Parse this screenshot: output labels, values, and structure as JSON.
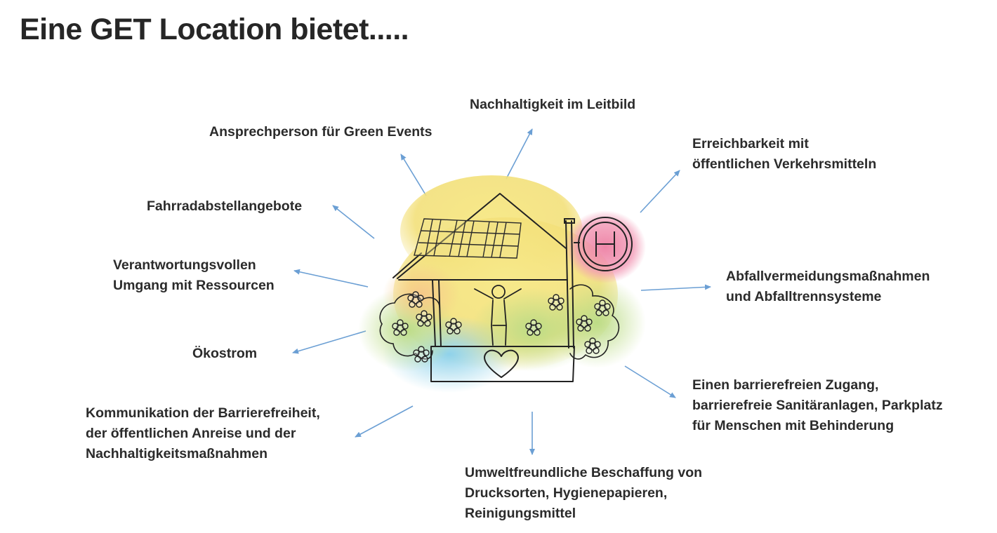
{
  "title": "Eine GET Location bietet.....",
  "features": {
    "sustainability": [
      "Nachhaltigkeit im  Leitbild"
    ],
    "contact": [
      "Ansprechperson für Green Events"
    ],
    "transit": [
      "Erreichbarkeit mit",
      "öffentlichen Verkehrsmitteln"
    ],
    "bike": [
      "Fahrradabstellangebote"
    ],
    "waste": [
      "Abfallvermeidungsmaßnahmen",
      "und Abfalltrennsysteme"
    ],
    "resources": [
      "Verantwortungsvollen",
      "Umgang mit Ressourcen"
    ],
    "power": [
      "Ökostrom"
    ],
    "access": [
      "Einen barrierefreien Zugang,",
      "barrierefreie Sanitäranlagen, Parkplatz",
      "für Menschen mit Behinderung"
    ],
    "communication": [
      "Kommunikation der Barrierefreiheit,",
      "der öffentlichen Anreise und der",
      "Nachhaltigkeitsmaßnahmen"
    ],
    "procurement": [
      "Umweltfreundliche Beschaffung von",
      "Drucksorten, Hygienepapieren,",
      "Reinigungsmittel"
    ]
  },
  "colors": {
    "arrow": "#6b9fd4",
    "text": "#2b2b2b",
    "sign_pink": "#e8789a",
    "wash_yellow": "#f5e27a",
    "wash_green": "#c9dd83",
    "wash_blue": "#8fcfe6"
  },
  "illustration": {
    "house": "house-illustration",
    "sign": "bus-stop-sign-icon",
    "heart": "heart-icon",
    "person": "person-icon",
    "solar": "solar-panel-icon"
  }
}
